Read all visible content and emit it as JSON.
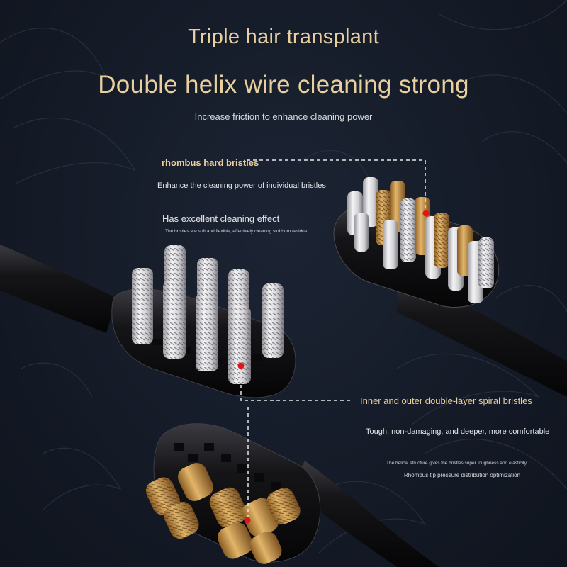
{
  "headline": {
    "line1": "Triple hair transplant",
    "line2": "Double helix wire cleaning strong",
    "subtitle": "Increase friction to enhance cleaning power"
  },
  "callout_top": {
    "title": "rhombus hard bristles",
    "description": "Enhance the cleaning power of individual bristles",
    "subheading": "Has excellent cleaning effect",
    "fine_print": "The bristles are soft and flexible, effectively cleaning stubborn residue."
  },
  "callout_bottom": {
    "title": "Inner and outer double-layer spiral bristles",
    "description": "Tough, non-damaging, and deeper, more comfortable",
    "fine_print": "The helical structure gives the bristles super toughness and elasticity",
    "fine_print_2": "Rhombus tip pressure distribution optimization"
  },
  "colors": {
    "background": "#141a26",
    "text_gold": "#e8cfa0",
    "text_light": "#e6e6ea",
    "marker_red": "#e01515",
    "bristle_gold": "#c9963e",
    "bristle_white": "#e8e8ea",
    "handle_black": "#0c0c0e"
  }
}
